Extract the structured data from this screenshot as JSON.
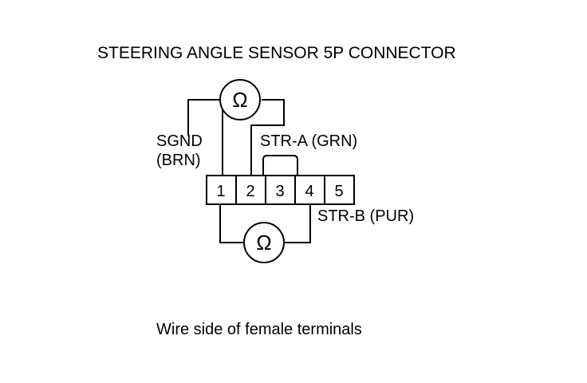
{
  "title": "STEERING ANGLE SENSOR 5P CONNECTOR",
  "caption": "Wire side of female terminals",
  "meter_symbol": "Ω",
  "labels": {
    "sgnd_line1": "SGND",
    "sgnd_line2": "(BRN)",
    "str_a": "STR-A (GRN)",
    "str_b": "STR-B (PUR)"
  },
  "terminals": [
    "1",
    "2",
    "3",
    "4",
    "5"
  ],
  "colors": {
    "line": "#000000",
    "background": "#ffffff"
  }
}
